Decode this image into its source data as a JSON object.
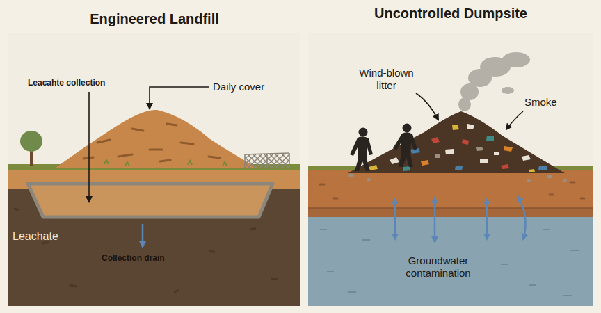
{
  "diagram": {
    "nodes": [
      {
        "text": [
          "Engineered Landfill"
        ]
      },
      {
        "text": [
          "Uncontrolled Dumpsite"
        ]
      }
    ],
    "labels": [
      "Leacahte collection",
      "Daily cover",
      "Leachate",
      "Collection drain",
      "Wind-blown litter",
      "Smoke",
      "Groundwater contamination"
    ]
  }
}
